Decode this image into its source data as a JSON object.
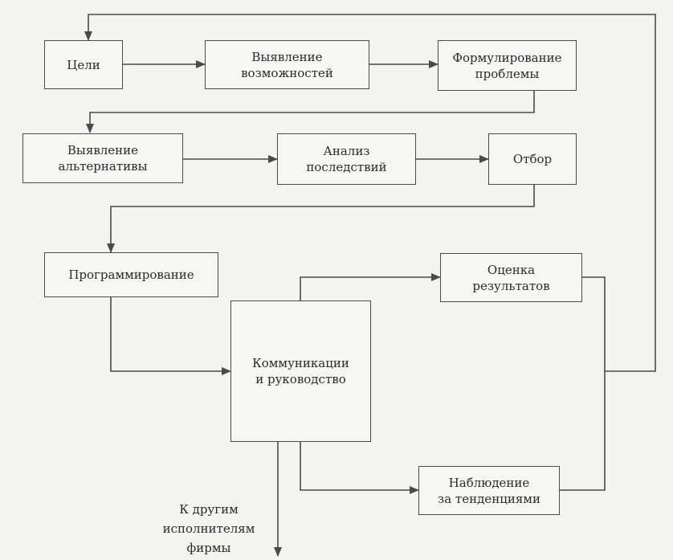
{
  "nodes": {
    "goals": "Цели",
    "opportunities": "Выявление\nвозможностей",
    "problem": "Формулирование\nпроблемы",
    "alternatives": "Выявление\nальтернативы",
    "consequences": "Анализ\nпоследствий",
    "selection": "Отбор",
    "programming": "Программирование",
    "communication": "Коммуникации\nи руководство",
    "evaluation": "Оценка\nрезультатов",
    "trends": "Наблюдение\nза тенденциями"
  },
  "note": "К другим\nисполнителям\nфирмы"
}
